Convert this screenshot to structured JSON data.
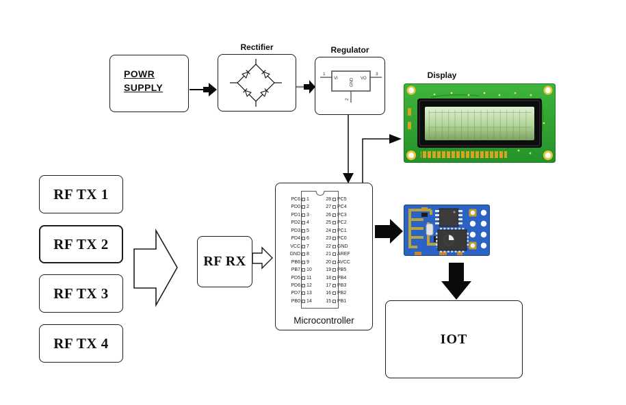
{
  "blocks": {
    "power_supply": {
      "line1": "POWR",
      "line2": "SUPPLY"
    },
    "rectifier_label": "Rectifier",
    "regulator": {
      "label": "Regulator",
      "vi": "VI",
      "vo": "VO",
      "gnd": "GND",
      "pin1": "1",
      "pin2": "2",
      "pin3": "3"
    },
    "display_label": "Display",
    "rf_tx": [
      "RF TX 1",
      "RF TX 2",
      "RF TX 3",
      "RF TX 4"
    ],
    "rf_rx": "RF RX",
    "microcontroller": {
      "caption": "Microcontroller",
      "left_pins": [
        [
          "PC6",
          "1"
        ],
        [
          "PD0",
          "2"
        ],
        [
          "PD1",
          "3"
        ],
        [
          "PD2",
          "4"
        ],
        [
          "PD3",
          "5"
        ],
        [
          "PD4",
          "6"
        ],
        [
          "VCC",
          "7"
        ],
        [
          "GND",
          "8"
        ],
        [
          "PB6",
          "9"
        ],
        [
          "PB7",
          "10"
        ],
        [
          "PD5",
          "11"
        ],
        [
          "PD6",
          "12"
        ],
        [
          "PD7",
          "13"
        ],
        [
          "PB0",
          "14"
        ]
      ],
      "right_pins": [
        [
          "28",
          "PC5"
        ],
        [
          "27",
          "PC4"
        ],
        [
          "26",
          "PC3"
        ],
        [
          "25",
          "PC2"
        ],
        [
          "24",
          "PC1"
        ],
        [
          "23",
          "PC0"
        ],
        [
          "22",
          "GND"
        ],
        [
          "21",
          "AREF"
        ],
        [
          "20",
          "AVCC"
        ],
        [
          "19",
          "PB5"
        ],
        [
          "18",
          "PB4"
        ],
        [
          "17",
          "PB3"
        ],
        [
          "16",
          "PB2"
        ],
        [
          "15",
          "PB1"
        ]
      ]
    },
    "iot": "IOT"
  },
  "colors": {
    "line": "#0a0a0a",
    "gray_wire": "#8a8a8a",
    "lcd_pcb": "#2da531",
    "lcd_screen_light": "#d9ecc9",
    "lcd_screen_dark": "#7ba45f",
    "gold": "#d9a31f",
    "esp_pcb": "#2b63c4",
    "esp_antenna": "#b9a33c"
  }
}
